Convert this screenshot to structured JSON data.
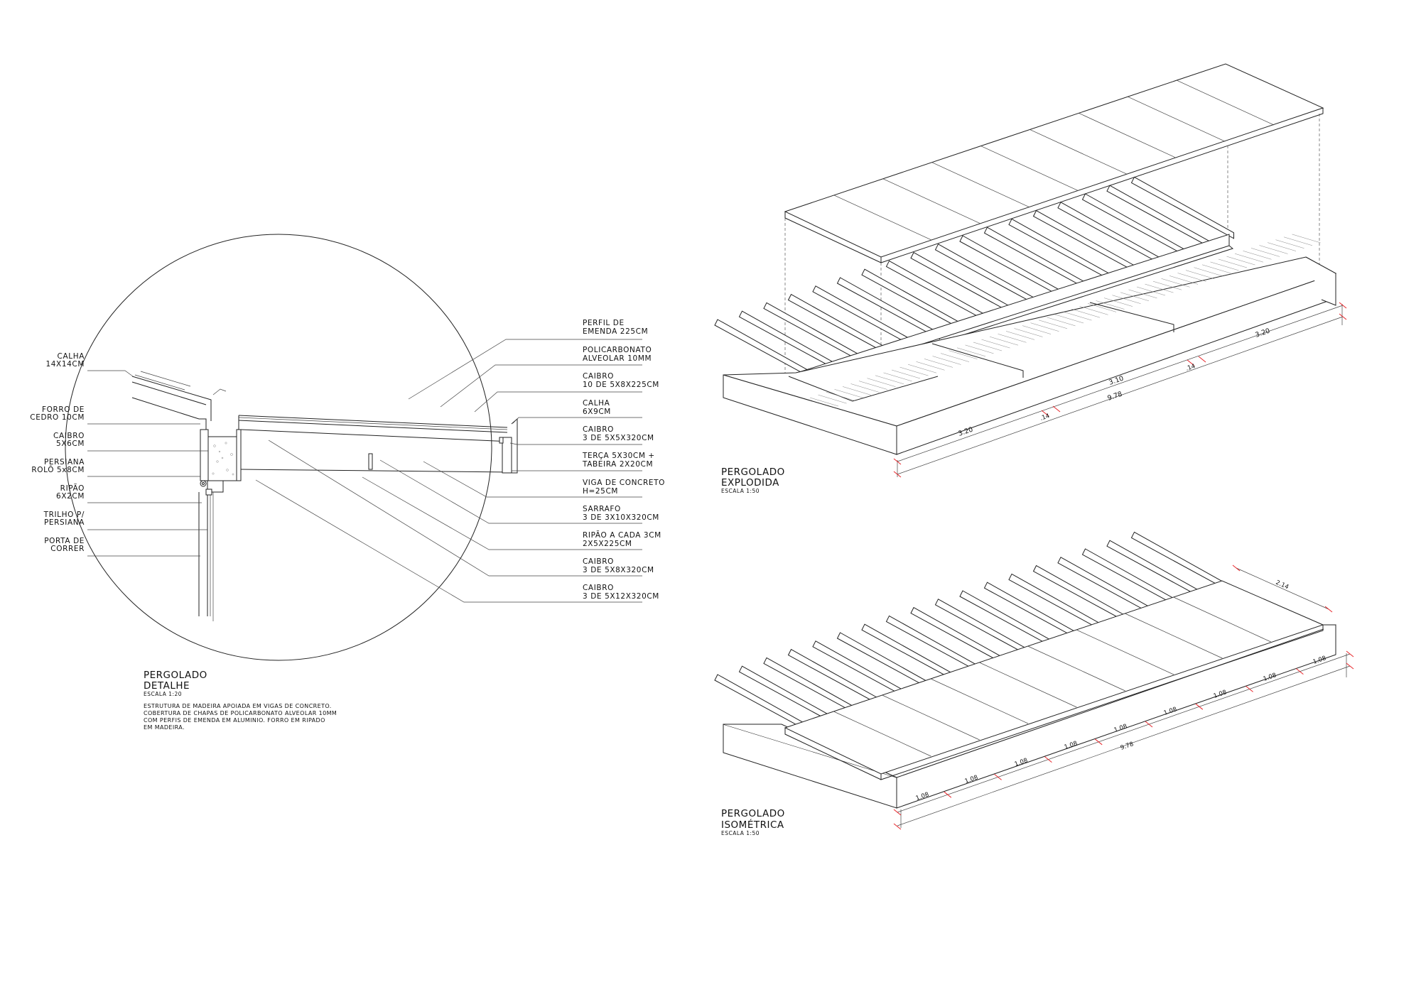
{
  "detail_view": {
    "title_1": "PERGOLADO",
    "title_2": "DETALHE",
    "scale": "ESCALA 1:20",
    "notes": [
      "ESTRUTURA DE MADEIRA APOIADA EM VIGAS DE CONCRETO.",
      "COBERTURA DE CHAPAS DE POLICARBONATO ALVEOLAR 10MM",
      "COM PERFIS DE EMENDA EM ALUMINIO. FORRO EM RIPADO",
      "EM MADEIRA."
    ],
    "left_labels": [
      [
        "CALHA",
        "14X14CM"
      ],
      [
        "FORRO DE",
        "CEDRO 10CM"
      ],
      [
        "CAIBRO",
        "5X6CM"
      ],
      [
        "PERSIANA",
        "ROLÔ 5x8CM"
      ],
      [
        "RIPÃO",
        "6X2CM"
      ],
      [
        "TRILHO P/",
        "PERSIANA"
      ],
      [
        "PORTA DE",
        "CORRER"
      ]
    ],
    "right_labels": [
      [
        "PERFIL DE",
        "EMENDA 225CM"
      ],
      [
        "POLICARBONATO",
        "ALVEOLAR 10MM"
      ],
      [
        "CAIBRO",
        "10 DE 5X8X225CM"
      ],
      [
        "CALHA",
        "6X9CM"
      ],
      [
        "CAIBRO",
        "3 DE 5X5X320CM"
      ],
      [
        "TERÇA 5X30CM +",
        "TABEIRA 2X20CM"
      ],
      [
        "VIGA DE CONCRETO",
        "H=25CM"
      ],
      [
        "SARRAFO",
        "3 DE 3X10X320CM"
      ],
      [
        "RIPÃO A CADA 3CM",
        "2X5X225CM"
      ],
      [
        "CAIBRO",
        "3 DE 5X8X320CM"
      ],
      [
        "CAIBRO",
        "3 DE 5X12X320CM"
      ]
    ]
  },
  "exploded_view": {
    "title_1": "PERGOLADO",
    "title_2": "EXPLODIDA",
    "scale": "ESCALA 1:50",
    "dims": {
      "seg_a": "3.20",
      "gap_a": ".14",
      "seg_b": "3.10",
      "gap_b": ".14",
      "seg_c": "3.20",
      "total": "9.78"
    }
  },
  "isometric_view": {
    "title_1": "PERGOLADO",
    "title_2": "ISOMÉTRICA",
    "scale": "ESCALA 1:50",
    "depth_dim": "2.14",
    "segment_dims": [
      "1.08",
      "1.08",
      "1.08",
      "1.08",
      "1.08",
      "1.08",
      "1.08",
      "1.08",
      "1.08"
    ],
    "total": "9.78"
  },
  "colors": {
    "line": "#222222",
    "dimension_marks": "#e8262b",
    "background": "#ffffff"
  }
}
